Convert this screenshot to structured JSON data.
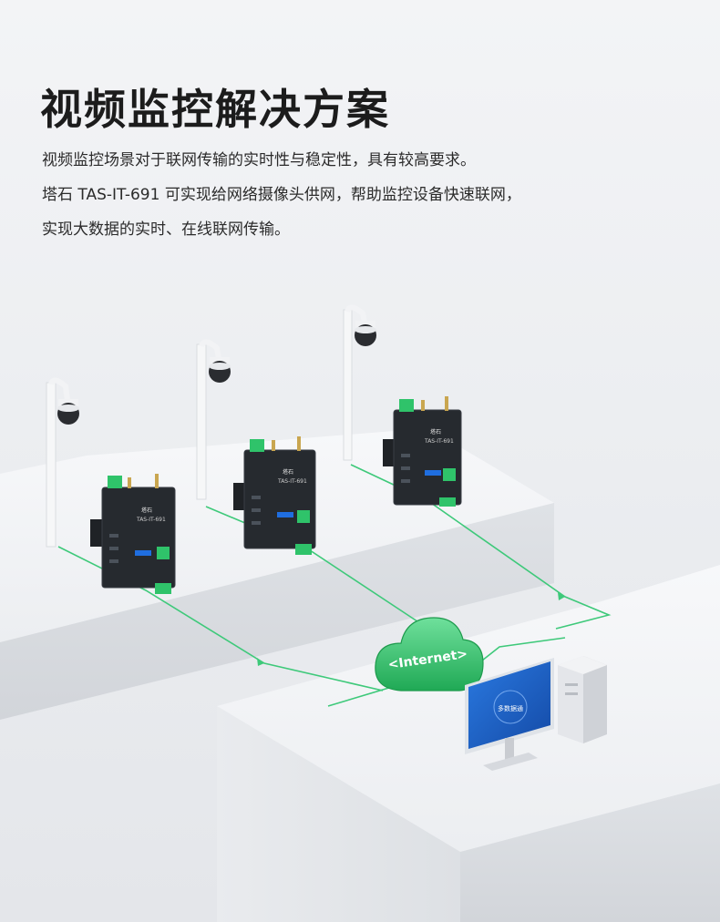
{
  "page": {
    "title": "视频监控解决方案",
    "description": [
      "视频监控场景对于联网传输的实时性与稳定性，具有较高要求。",
      "塔石 TAS-IT-691 可实现给网络摄像头供网，帮助监控设备快速联网，",
      "实现大数据的实时、在线联网传输。"
    ]
  },
  "illustration": {
    "cloud_label": "<Internet>",
    "device_brand": "塔石",
    "device_model": "TAS-IT-691",
    "monitor_label": "多数据通",
    "colors": {
      "accent_green": "#2fc36a",
      "link_line": "#3ec97a",
      "device_body": "#262a2f",
      "monitor_screen": "#1a5fc4"
    },
    "icons": [
      "camera-dome-icon",
      "router-device-icon",
      "cloud-internet-icon",
      "monitor-icon",
      "server-tower-icon"
    ]
  }
}
